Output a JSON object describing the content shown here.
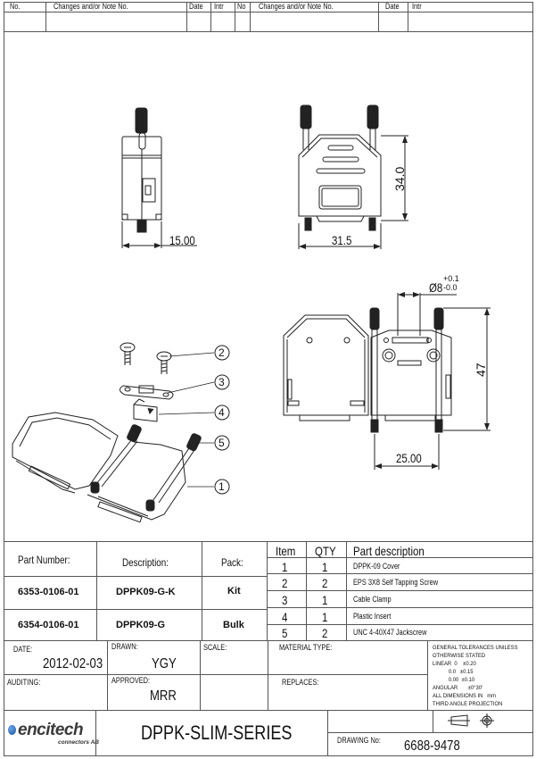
{
  "revision_table": {
    "left_headers": {
      "no": "No.",
      "changes": "Changes and/or Note No.",
      "date": "Date",
      "intr": "Intr"
    },
    "right_headers": {
      "no": "No",
      "changes": "Changes and/or Note No.",
      "date": "Date",
      "intr": "Intr"
    }
  },
  "drawing": {
    "side_view": {
      "width_dim": "15.00"
    },
    "front_view": {
      "width_dim": "31.5",
      "height_dim": "34.0"
    },
    "assembled_view": {
      "hole_dim": "Ø8",
      "hole_tol_upper": "+0.1",
      "hole_tol_lower": "-0.0",
      "height_dim": "47",
      "pitch_dim": "25.00"
    },
    "exploded_view": {
      "balloons": [
        "2",
        "3",
        "4",
        "5",
        "1"
      ]
    }
  },
  "parts_table": {
    "headers": {
      "part_number": "Part Number:",
      "description": "Description:",
      "pack": "Pack:"
    },
    "rows": [
      {
        "part_number": "6353-0106-01",
        "description": "DPPK09-G-K",
        "pack": "Kit"
      },
      {
        "part_number": "6354-0106-01",
        "description": "DPPK09-G",
        "pack": "Bulk"
      }
    ]
  },
  "bom_table": {
    "headers": {
      "item": "Item",
      "qty": "QTY",
      "desc": "Part description"
    },
    "rows": [
      {
        "item": "1",
        "qty": "1",
        "desc": "DPPK-09 Cover"
      },
      {
        "item": "2",
        "qty": "2",
        "desc": "EPS 3X8 Self Tapping Screw"
      },
      {
        "item": "3",
        "qty": "1",
        "desc": "Cable Clamp"
      },
      {
        "item": "4",
        "qty": "1",
        "desc": "Plastic Insert"
      },
      {
        "item": "5",
        "qty": "2",
        "desc": "UNC 4-40X47 Jackscrew"
      }
    ]
  },
  "title_block": {
    "date_label": "DATE:",
    "date_value": "2012-02-03",
    "drawn_label": "DRAWN:",
    "drawn_value": "YGY",
    "scale_label": "SCALE:",
    "material_label": "MATERIAL TYPE:",
    "auditing_label": "AUDITING:",
    "approved_label": "APPROVED:",
    "approved_value": "MRR",
    "replaces_label": "REPLACES:",
    "tolerances": [
      "GENERAL TOLERANCES UNILESS",
      "OTHERWISE STATED",
      "LINEAR  0    ±0.20",
      "           0.0   ±0.15",
      "           0.00  ±0.10",
      "ANGULAR       ±0°30'",
      "ALL DIMENSIONS IN   mm",
      "THIRD ANGLE PROJECTION"
    ],
    "logo_main": "encitech",
    "logo_sub": "connectors AB",
    "series": "DPPK-SLIM-SERIES",
    "drawing_no_label": "DRAWING No:",
    "drawing_no": "6688-9478",
    "projection_symbol": "third-angle-projection-icon"
  }
}
